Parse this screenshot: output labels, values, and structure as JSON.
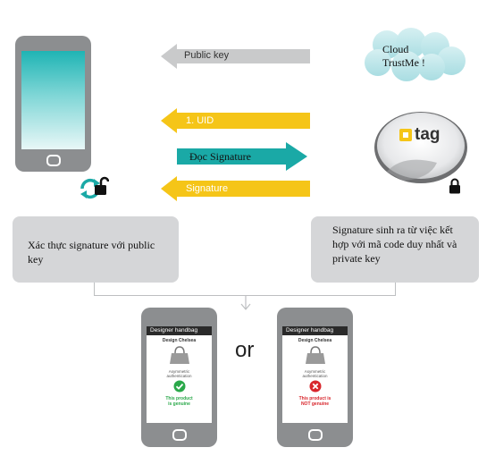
{
  "arrows": {
    "public_key": "Public key",
    "uid": "1. UID",
    "read_signature": "Đọc Signature",
    "signature": "Signature"
  },
  "cloud": {
    "line1": "Cloud",
    "line2": "TrustMe !"
  },
  "tag": {
    "logo_text": "tag"
  },
  "boxes": {
    "verify": "Xác thực signature với public key",
    "generate": "Signature sinh ra từ việc kết hợp với mã code duy nhất và private key"
  },
  "results": {
    "or": "or",
    "genuine": {
      "header": "Designer handbag",
      "brand": "Design Chelsea",
      "auth_line1": "Asymmetric",
      "auth_line2": "authentication",
      "status_line1": "This product",
      "status_line2": "is genuine"
    },
    "fake": {
      "header": "Designer handbag",
      "brand": "Design Chelsea",
      "auth_line1": "Asymmetric",
      "auth_line2": "authentication",
      "status_line1": "This product is",
      "status_line2": "NOT genuine"
    }
  },
  "colors": {
    "yellow": "#f5c518",
    "teal": "#1aa9a6",
    "gray_arrow": "#c9cacb",
    "box": "#d5d6d8",
    "phone": "#8c8e90",
    "green": "#2aa84a",
    "red": "#d8262c"
  }
}
